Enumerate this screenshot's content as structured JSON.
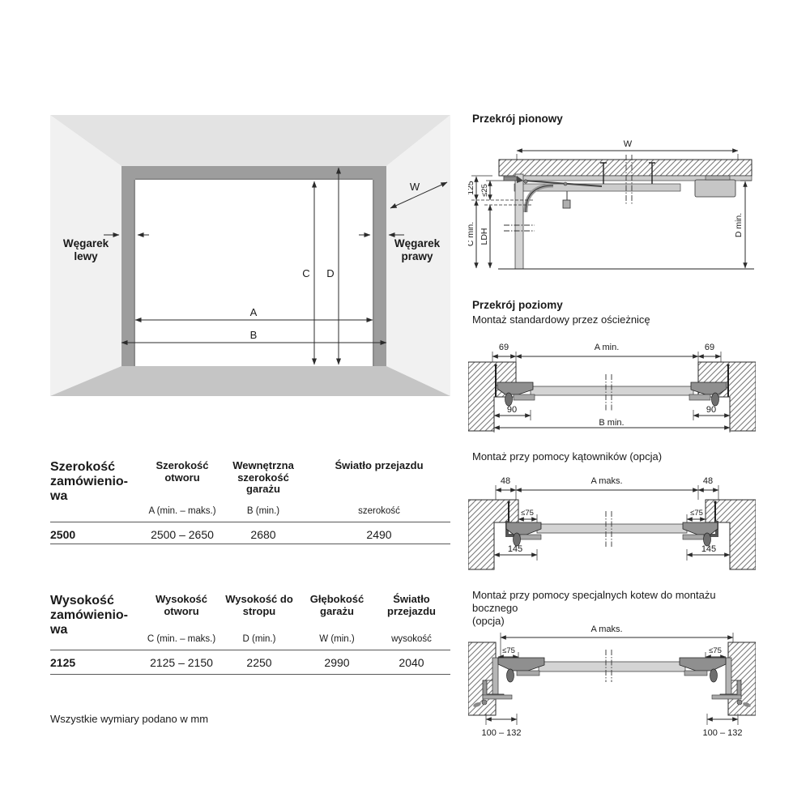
{
  "page": {
    "footnote": "Wszystkie wymiary podano w mm"
  },
  "perspective": {
    "left_jamb_label": "Węgarek\nlewy",
    "right_jamb_label": "Węgarek\nprawy",
    "dims": {
      "w": "W",
      "a": "A",
      "b": "B",
      "c": "C",
      "d": "D"
    }
  },
  "vertical_section": {
    "title": "Przekrój pionowy",
    "dims": {
      "w": "W",
      "offset125": "125",
      "gap25": "≤25",
      "c_min": "C min.",
      "ldh": "LDH",
      "d_min": "D min."
    }
  },
  "horizontal_section": {
    "title": "Przekrój poziomy",
    "subtitle": "Montaż standardowy przez ościeżnicę",
    "dims": {
      "left_69": "69",
      "a_min": "A min.",
      "right_69": "69",
      "left_90": "90",
      "b_min": "B min.",
      "right_90": "90"
    }
  },
  "angle_mounting": {
    "title": "Montaż przy pomocy kątowników (opcja)",
    "dims": {
      "left_48": "48",
      "a_max": "A maks.",
      "right_48": "48",
      "left_75": "≤75",
      "right_75": "≤75",
      "left_145": "145",
      "right_145": "145"
    }
  },
  "anchor_mounting": {
    "title": "Montaż przy pomocy specjalnych kotew do montażu bocznego\n(opcja)",
    "dims": {
      "a_max": "A maks.",
      "left_75": "≤75",
      "right_75": "≤75",
      "left_range": "100 – 132",
      "right_range": "100 – 132"
    }
  },
  "width_table": {
    "columns": [
      {
        "header": "Szerokość\nzamówienio-\nwa",
        "sub": "",
        "value": "2500"
      },
      {
        "header": "Szerokość\notworu",
        "sub": "A (min. – maks.)",
        "value": "2500 – 2650"
      },
      {
        "header": "Wewnętrzna\nszerokość\ngarażu",
        "sub": "B (min.)",
        "value": "2680"
      },
      {
        "header": "Światło przejazdu",
        "sub": "szerokość",
        "value": "2490"
      }
    ]
  },
  "height_table": {
    "columns": [
      {
        "header": "Wysokość\nzamówienio-\nwa",
        "sub": "",
        "value": "2125"
      },
      {
        "header": "Wysokość\notworu",
        "sub": "C (min. – maks.)",
        "value": "2125 – 2150"
      },
      {
        "header": "Wysokość do\nstropu",
        "sub": "D (min.)",
        "value": "2250"
      },
      {
        "header": "Głębokość\ngarażu",
        "sub": "W (min.)",
        "value": "2990"
      },
      {
        "header": "Światło\nprzejazdu",
        "sub": "wysokość",
        "value": "2040"
      }
    ]
  }
}
